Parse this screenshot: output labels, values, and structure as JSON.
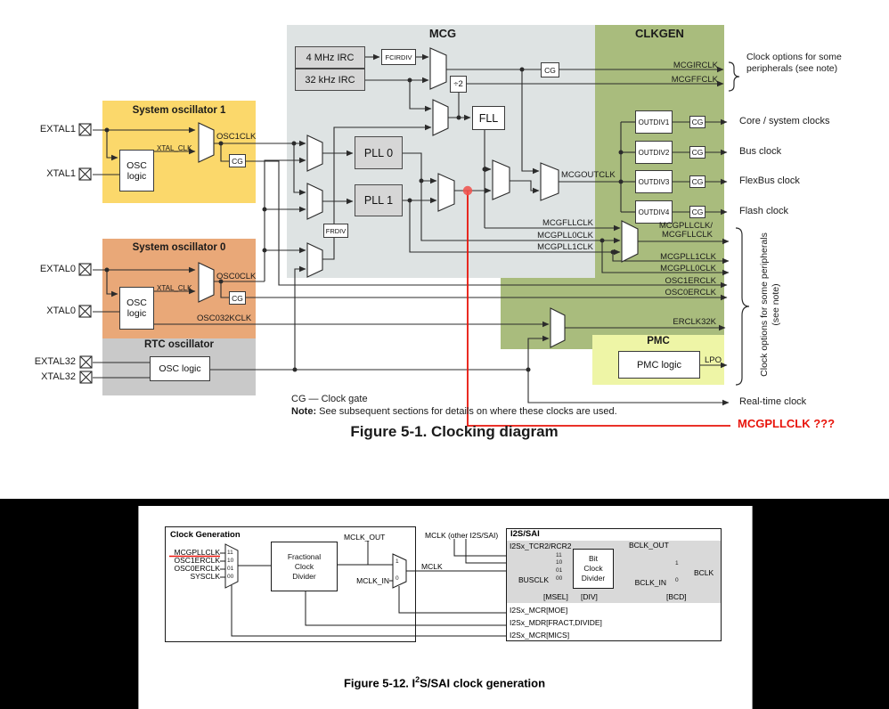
{
  "colors": {
    "line": "#2b2b2b",
    "red": "#e8140b",
    "mcg_bg": "#dee3e3",
    "clkgen_bg": "#a9bc7d",
    "osc1_bg": "#fbd86b",
    "osc0_bg": "#e9a878",
    "rtc_bg": "#c9c9c9",
    "pmc_bg": "#eef5a6",
    "box_bg": "#d6d6d6"
  },
  "fig1": {
    "caption": "Figure 5-1. Clocking diagram",
    "regions": {
      "mcg": "MCG",
      "clkgen": "CLKGEN",
      "osc1": "System oscillator 1",
      "osc0": "System oscillator 0",
      "rtc": "RTC oscillator",
      "pmc": "PMC"
    },
    "pins": {
      "extal1": "EXTAL1",
      "xtal1": "XTAL1",
      "extal0": "EXTAL0",
      "xtal0": "XTAL0",
      "extal32": "EXTAL32",
      "xtal32": "XTAL32"
    },
    "blocks": {
      "osc_logic2": "OSC\nlogic",
      "osc_logic": "OSC logic",
      "irc4": "4 MHz IRC",
      "irc32": "32 kHz IRC",
      "fcirdiv": "FCIRDIV",
      "div2": "÷2",
      "fll": "FLL",
      "pll0": "PLL 0",
      "pll1": "PLL 1",
      "frdiv": "FRDIV",
      "cg": "CG",
      "outdiv1": "OUTDIV1",
      "outdiv2": "OUTDIV2",
      "outdiv3": "OUTDIV3",
      "outdiv4": "OUTDIV4",
      "pmc_logic": "PMC logic"
    },
    "signals": {
      "xtal_clk": "XTAL_CLK",
      "osc1clk": "OSC1CLK",
      "osc0clk": "OSC0CLK",
      "osc032kclk": "OSC032KCLK",
      "mcgoutclk": "MCGOUTCLK",
      "mcgfllclk": "MCGFLLCLK",
      "mcgpll0clk": "MCGPLL0CLK",
      "mcgpll1clk": "MCGPLL1CLK",
      "mcgirclk": "MCGIRCLK",
      "mcgffclk": "MCGFFCLK",
      "mcgpll_fll": "MCGPLLCLK/\nMCGFLLCLK",
      "r_mcgpll1clk": "MCGPLL1CLK",
      "r_mcgpll0clk": "MCGPLL0CLK",
      "osc1erclk": "OSC1ERCLK",
      "osc0erclk": "OSC0ERCLK",
      "erclk32k": "ERCLK32K",
      "lpo": "LPO"
    },
    "outputs": {
      "core": "Core / system clocks",
      "bus": "Bus clock",
      "flexbus": "FlexBus clock",
      "flash": "Flash clock",
      "rtc": "Real-time clock",
      "periph_top": "Clock options for some peripherals (see note)",
      "periph_side": "Clock options for some peripherals (see note)"
    },
    "notes": {
      "cg_legend": "CG — Clock gate",
      "note_label": "Note:",
      "note_text": "See subsequent sections for details on where these clocks are used."
    },
    "annotation": "MCGPLLCLK ???"
  },
  "fig2": {
    "caption_pre": "Figure 5-12. I",
    "caption_sup": "2",
    "caption_post": "S/SAI clock generation",
    "cg": {
      "title": "Clock Generation",
      "inputs": [
        "MCGPLLCLK",
        "OSC1ERCLK",
        "OSC0ERCLK",
        "SYSCLK"
      ],
      "sels": [
        "11",
        "10",
        "01",
        "00"
      ],
      "fcd": "Fractional\nClock\nDivider",
      "mclk_out": "MCLK_OUT",
      "mclk_in": "MCLK_IN",
      "one": "1",
      "zero": "0"
    },
    "mclk": "MCLK",
    "mclk_other": "MCLK (other I2S/SAI)",
    "i2s": {
      "title": "I2S/SAI",
      "tcr": "I2Sx_TCR2/RCR2",
      "busclk": "BUSCLK",
      "sels": [
        "11",
        "10",
        "01",
        "00"
      ],
      "msel": "[MSEL]",
      "bitdiv": "Bit\nClock\nDivider",
      "div": "[DIV]",
      "bclk_out": "BCLK_OUT",
      "bclk_in": "BCLK_IN",
      "bclk": "BCLK",
      "bcd": "[BCD]",
      "moe": "I2Sx_MCR[MOE]",
      "fract": "I2Sx_MDR[FRACT,DIVIDE]",
      "mics": "I2Sx_MCR[MICS]"
    }
  }
}
